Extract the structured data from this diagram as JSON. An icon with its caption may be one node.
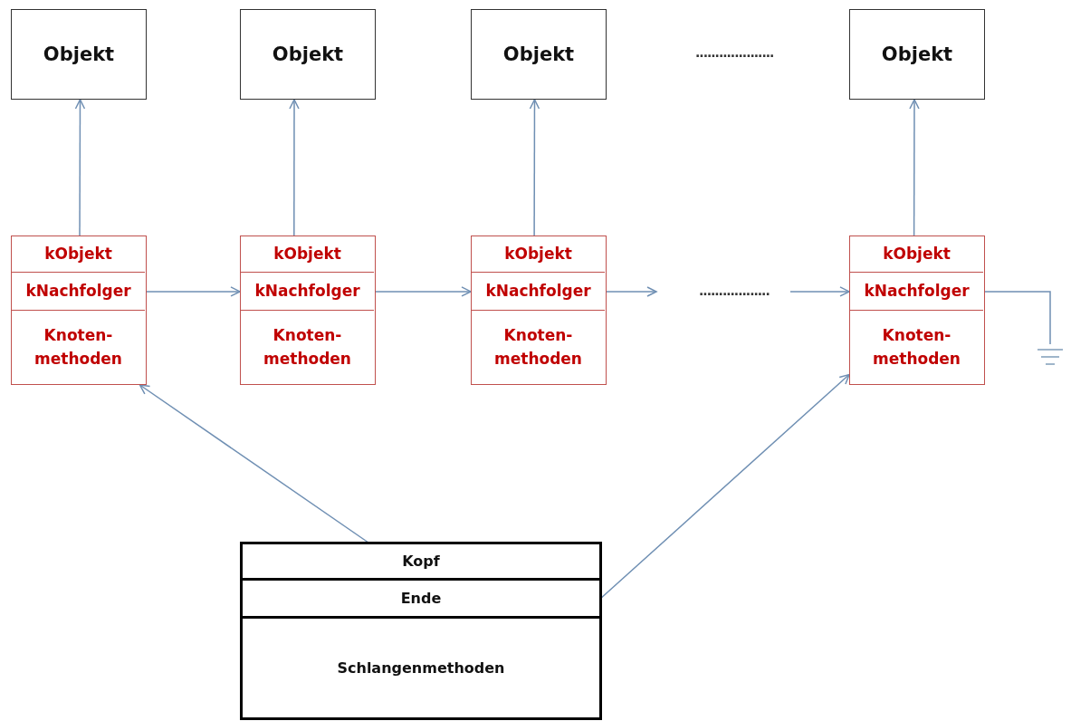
{
  "diagram": {
    "nodes": [
      {
        "text": [
          "Objekt"
        ]
      },
      {
        "text": [
          "Objekt"
        ]
      },
      {
        "text": [
          "Objekt"
        ]
      },
      {
        "text": [
          "Objekt"
        ]
      },
      {
        "text": [],
        "shape": "box"
      },
      {
        "text": [
          "kObjekt"
        ],
        "in": 4
      },
      {
        "text": [
          "kNachfolger"
        ],
        "in": 4
      },
      {
        "text": [
          "Knoten- methoden"
        ],
        "in": 4
      },
      {
        "text": [],
        "shape": "box"
      },
      {
        "text": [
          "kObjekt"
        ],
        "in": 8
      },
      {
        "text": [
          "kNachfolger"
        ],
        "in": 8
      },
      {
        "text": [
          "Knoten- methoden"
        ],
        "in": 8
      },
      {
        "text": [],
        "shape": "box"
      },
      {
        "text": [
          "kObjekt"
        ],
        "in": 12
      },
      {
        "text": [
          "kNachfolger"
        ],
        "in": 12
      },
      {
        "text": [
          "Knoten- methoden"
        ],
        "in": 12
      },
      {
        "text": [],
        "shape": "box"
      },
      {
        "text": [
          "kObjekt"
        ],
        "in": 16
      },
      {
        "text": [
          "kNachfolger"
        ],
        "in": 16
      },
      {
        "text": [
          "Knoten- methoden"
        ],
        "in": 16
      },
      {
        "text": [],
        "shape": "ground"
      },
      {
        "text": [],
        "shape": "box"
      },
      {
        "text": [
          "Kopf"
        ],
        "in": 21
      },
      {
        "text": [
          "Ende"
        ],
        "in": 21
      },
      {
        "text": [
          "Schlangenmethoden"
        ],
        "in": 21
      }
    ],
    "edges": [
      {
        "from": 5,
        "to": 0,
        "arrow": "to"
      },
      {
        "from": 9,
        "to": 1,
        "arrow": "to"
      },
      {
        "from": 13,
        "to": 2,
        "arrow": "to"
      },
      {
        "from": 17,
        "to": 3,
        "arrow": "to"
      },
      {
        "from": 6,
        "to": 8,
        "arrow": "to"
      },
      {
        "from": 10,
        "to": 12,
        "arrow": "to"
      },
      {
        "from": 14,
        "to": null,
        "arrow": "to"
      },
      {
        "from": null,
        "to": 16,
        "arrow": "to"
      },
      {
        "from": 18,
        "to": 20,
        "arrow": "none"
      },
      {
        "from": 22,
        "to": 4,
        "arrow": "to"
      },
      {
        "from": 23,
        "to": 16,
        "arrow": "to"
      }
    ],
    "labels": [
      "....................",
      ".................."
    ]
  }
}
